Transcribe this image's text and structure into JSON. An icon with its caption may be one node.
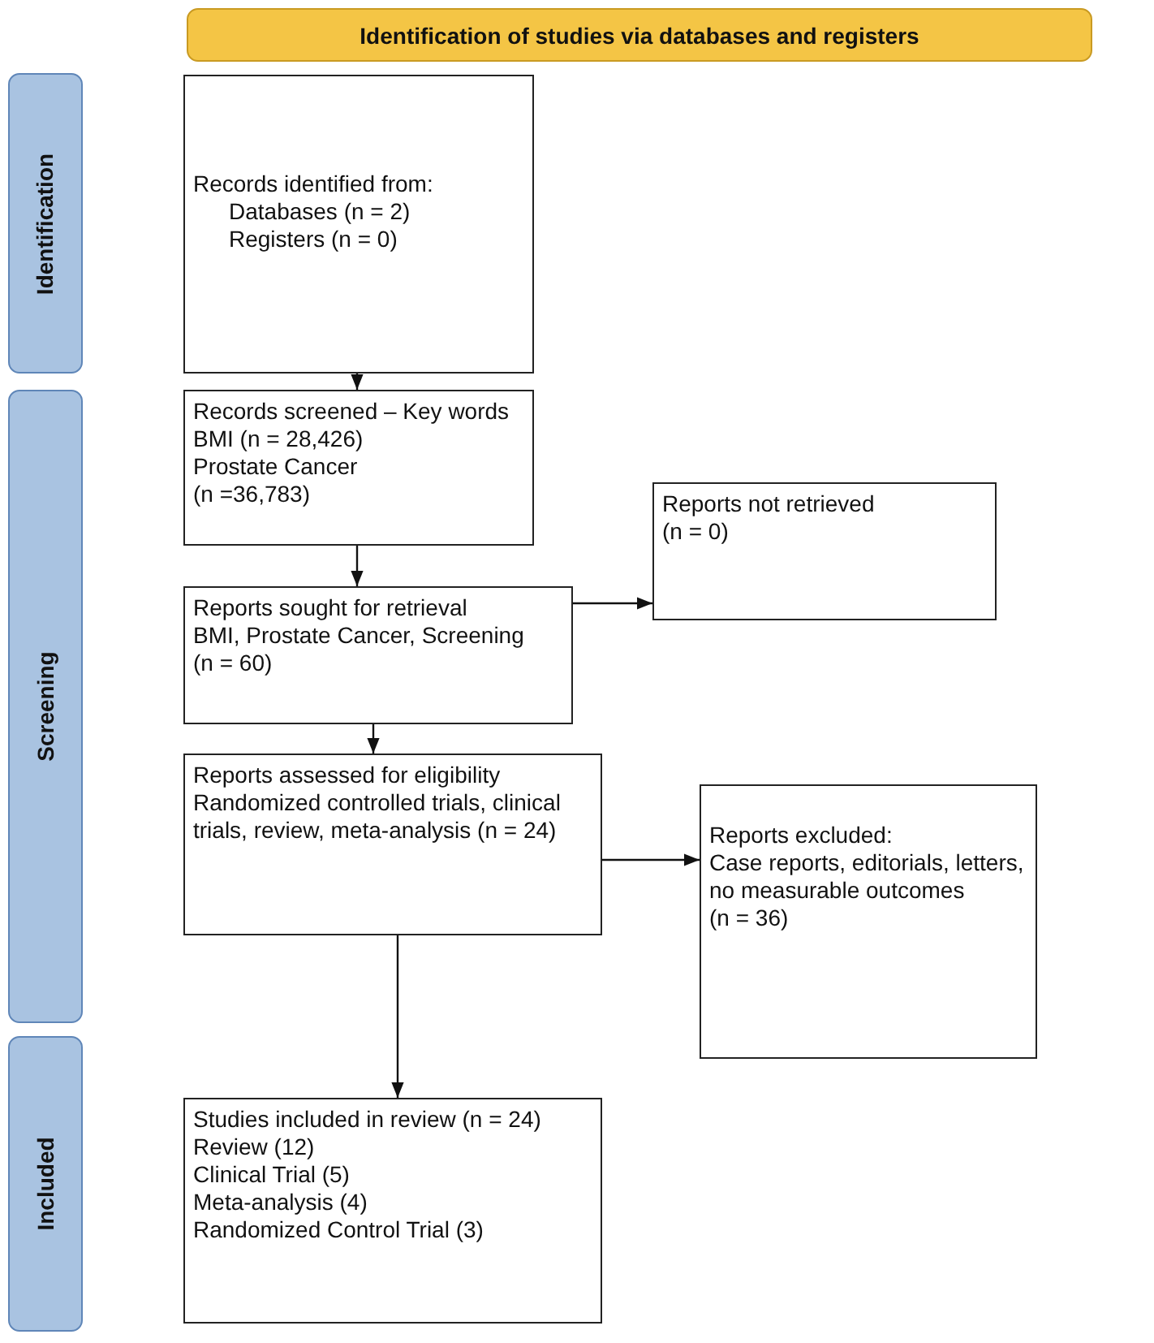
{
  "diagram": {
    "nodes": [
      {
        "text": [
          "Identification of studies via databases and registers"
        ]
      },
      {
        "text": [
          "Identification"
        ]
      },
      {
        "text": [
          "Screening"
        ]
      },
      {
        "text": [
          "Included"
        ]
      },
      {
        "text": [
          "Records identified from:",
          "Databases (n = 2)",
          "Registers (n = 0)"
        ]
      },
      {
        "text": [
          "Records screened – Key words",
          "BMI (n = 28,426)",
          "Prostate Cancer",
          "(n =36,783)"
        ]
      },
      {
        "text": [
          "Reports sought for retrieval",
          "BMI, Prostate Cancer, Screening",
          "(n = 60)"
        ]
      },
      {
        "text": [
          "Reports not retrieved",
          "(n = 0)"
        ]
      },
      {
        "text": [
          "Reports assessed for eligibility",
          "Randomized controlled trials, clinical trials, review, meta-analysis (n = 24)"
        ]
      },
      {
        "text": [
          "Reports excluded:",
          "Case reports, editorials, letters, no measurable outcomes",
          "(n = 36)"
        ]
      },
      {
        "text": [
          "Studies included in review (n = 24)",
          "Review (12)",
          "Clinical Trial (5)",
          "Meta-analysis (4)",
          "Randomized Control Trial (3)"
        ]
      }
    ],
    "edges": [
      {
        "from": 4,
        "to": 5,
        "arrow": "to"
      },
      {
        "from": 5,
        "to": 6,
        "arrow": "to"
      },
      {
        "from": 6,
        "to": 7,
        "arrow": "to"
      },
      {
        "from": 6,
        "to": 8,
        "arrow": "to"
      },
      {
        "from": 8,
        "to": 9,
        "arrow": "to"
      },
      {
        "from": 8,
        "to": 10,
        "arrow": "to"
      }
    ]
  }
}
